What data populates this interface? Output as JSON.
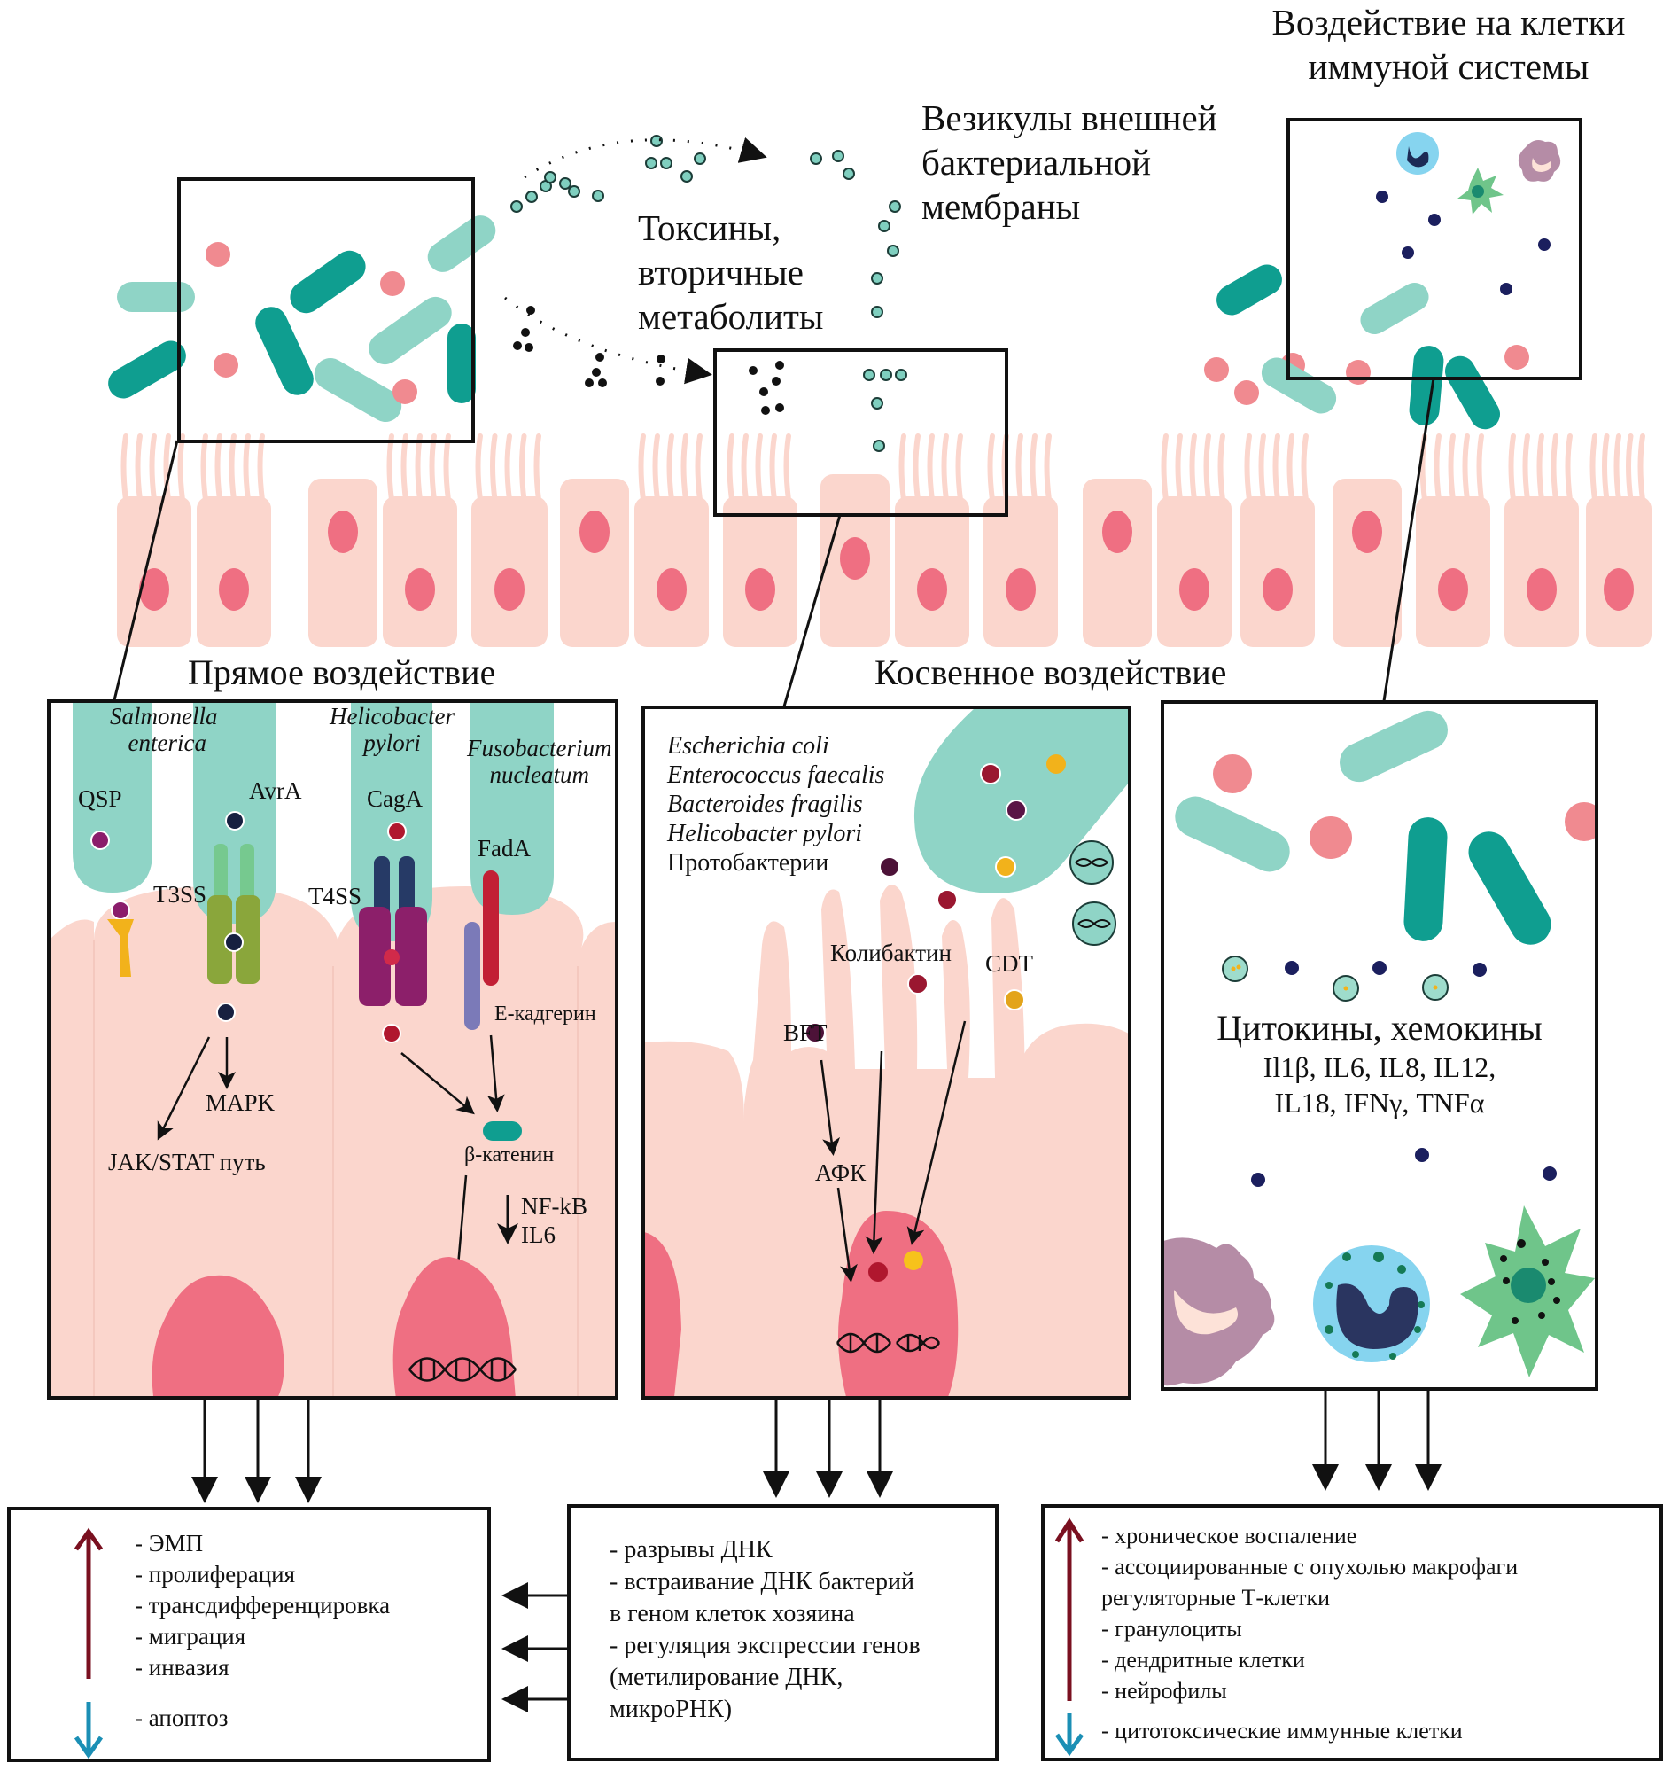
{
  "top_labels": {
    "vesicles": [
      "Везикулы внешней",
      "бактериальной",
      "мембраны"
    ],
    "toxins": [
      "Токсины,",
      "вторичные",
      "метаболиты"
    ],
    "immune_effect": [
      "Воздействие на клетки",
      "иммуной системы"
    ]
  },
  "section_titles": {
    "direct": "Прямое воздействие",
    "indirect": "Косвенное воздействие"
  },
  "direct_panel": {
    "species": [
      {
        "line1": "Salmonella",
        "line2": "enterica"
      },
      {
        "line1": "Helicobacter",
        "line2": "pylori"
      },
      {
        "line1": "Fusobacterium",
        "line2": "nucleatum"
      }
    ],
    "labels": {
      "qsp": "QSP",
      "avra": "AvrA",
      "t3ss": "T3SS",
      "caga": "CagA",
      "t4ss": "T4SS",
      "fada": "FadA",
      "e_cadherin": "Е-кадгерин",
      "mapk": "MAPK",
      "jak_stat": "JAK/STAT путь",
      "beta_catenin": "β-катенин",
      "nfkb": "NF-kB",
      "il6": "IL6"
    }
  },
  "indirect_panel": {
    "species": [
      {
        "name": "Escherichia coli",
        "italic": true
      },
      {
        "name": "Enterococcus faecalis",
        "italic": true
      },
      {
        "name": "Bacteroides fragilis",
        "italic": true
      },
      {
        "name": "Helicobacter pylori",
        "italic": true
      },
      {
        "name": "Протобактерии",
        "italic": false
      }
    ],
    "labels": {
      "colibactin": "Колибактин",
      "cdt": "CDT",
      "bft": "BFT",
      "ros": "АФК"
    }
  },
  "immune_panel": {
    "title": "Цитокины, хемокины",
    "list_line1": "Il1β, IL6, IL8, IL12,",
    "list_line2": "IL18, IFNγ, TNFα"
  },
  "outcomes": {
    "direct": {
      "up": [
        "- ЭМП",
        "- пролиферация",
        "- трансдифференцировка",
        "- миграция",
        "- инвазия"
      ],
      "down": [
        "- апоптоз"
      ]
    },
    "indirect": {
      "items": [
        "- разрывы ДНК",
        "- встраивание ДНК бактерий",
        "в геном клеток хозяина",
        "- регуляция экспрессии генов",
        "(метилирование ДНК,",
        "микроРНК)"
      ]
    },
    "immune": {
      "up": [
        "- хроническое воспаление",
        "- ассоциированные с опухолью макрофаги",
        "регуляторные Т-клетки",
        "- гранулоциты",
        "- дендритные клетки",
        "- нейрофилы"
      ],
      "down": [
        "- цитотоксические иммунные клетки"
      ]
    }
  },
  "colors": {
    "bacteria_dark": "#0f9e90",
    "bacteria_light": "#8fd4c6",
    "coccus": "#f08a90",
    "epithelium": "#fbd6cd",
    "nucleus": "#ef6f82",
    "up_arrow": "#7a1020",
    "down_arrow": "#1b8fb5",
    "outline": "#111111"
  }
}
